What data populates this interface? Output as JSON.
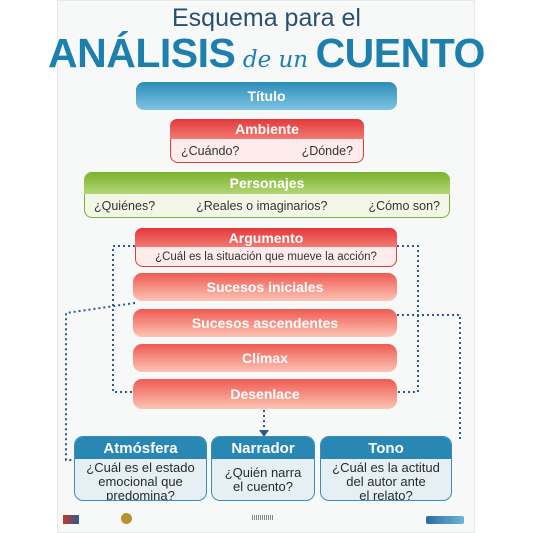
{
  "title": {
    "line1": "Esquema para el",
    "word1": "ANÁLISIS",
    "word2": "de un",
    "word3": "CUENTO"
  },
  "titulo": "Título",
  "ambiente": {
    "label": "Ambiente",
    "q1": "¿Cuándo?",
    "q2": "¿Dónde?"
  },
  "personajes": {
    "label": "Personajes",
    "q1": "¿Quiénes?",
    "q2": "¿Reales o imaginarios?",
    "q3": "¿Cómo son?"
  },
  "argumento": {
    "label": "Argumento",
    "q": "¿Cuál es la situación que mueve la acción?"
  },
  "steps": [
    "Sucesos iniciales",
    "Sucesos ascendentes",
    "Clímax",
    "Desenlace"
  ],
  "bottom": [
    {
      "label": "Atmósfera",
      "lines": [
        "¿Cuál es el estado",
        "emocional que",
        "predomina?"
      ]
    },
    {
      "label": "Narrador",
      "lines": [
        "¿Quién narra",
        "el cuento?"
      ]
    },
    {
      "label": "Tono",
      "lines": [
        "¿Cuál es la actitud",
        "del autor ante",
        "el relato?"
      ]
    }
  ],
  "colors": {
    "red": "#e4383a",
    "green": "#7cb22e",
    "blue": "#2888b3",
    "title_blue": "#1d7fae"
  }
}
